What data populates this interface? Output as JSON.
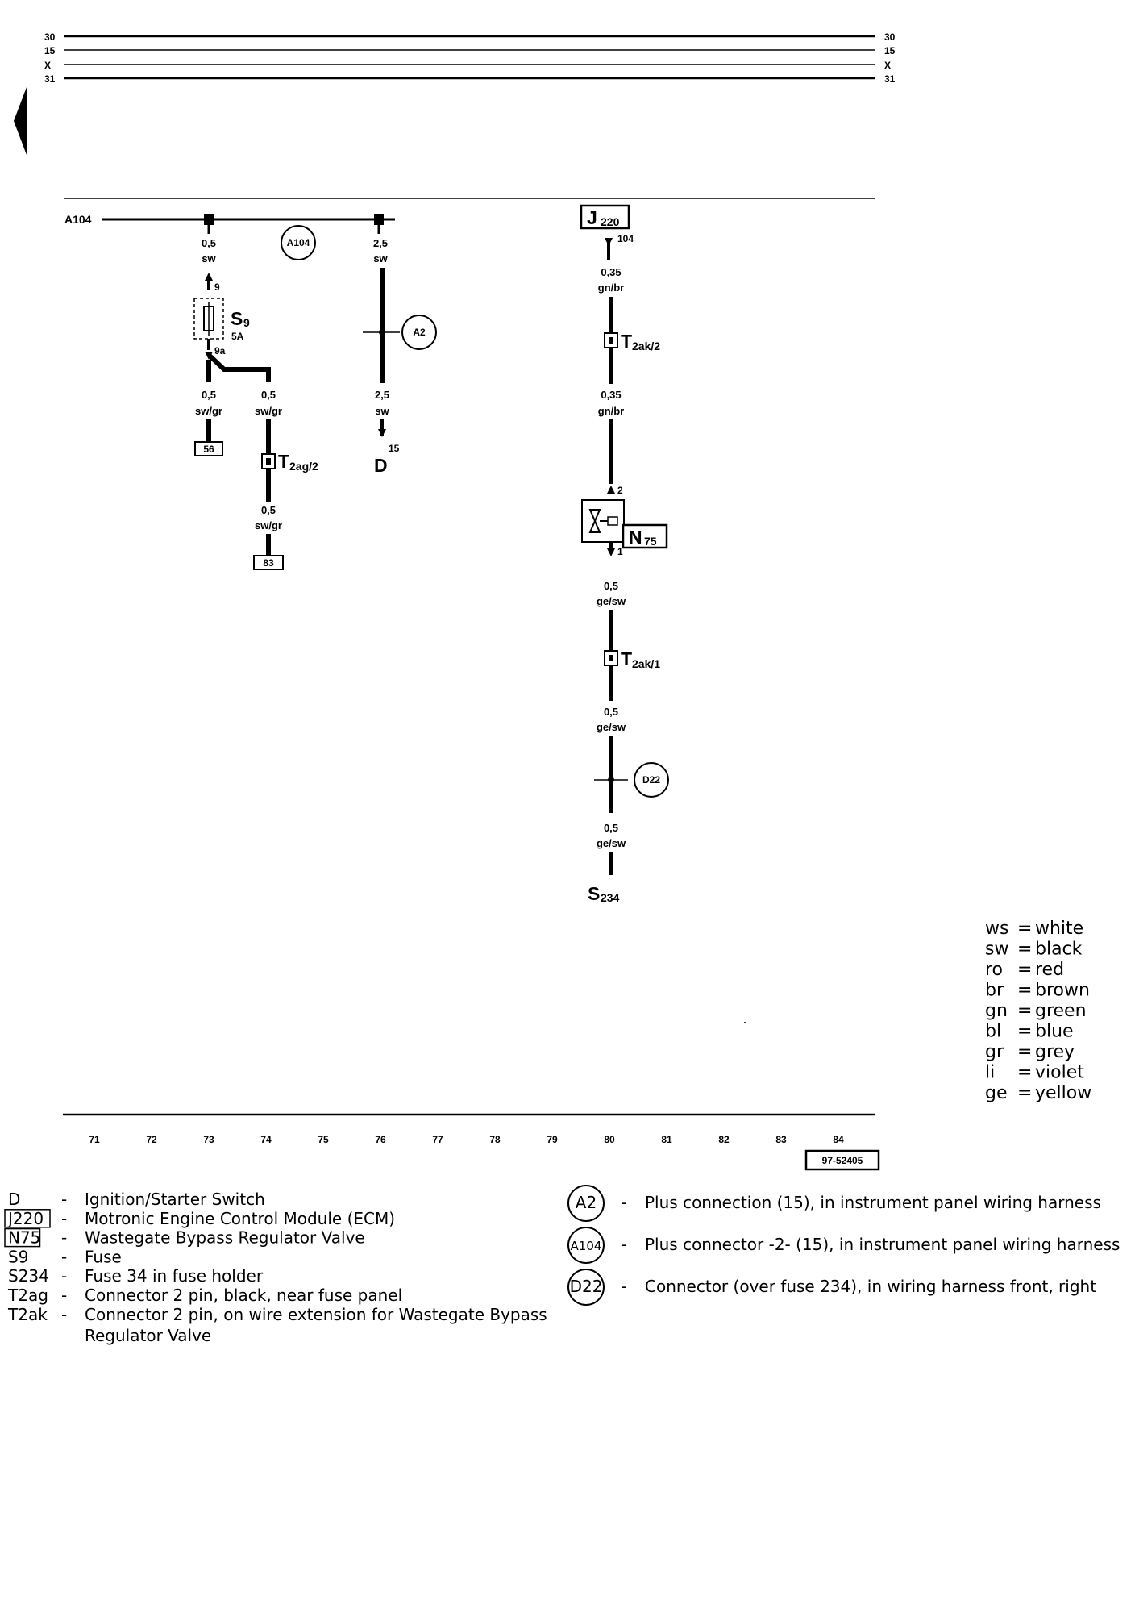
{
  "rails": [
    {
      "label": "30"
    },
    {
      "label": "15"
    },
    {
      "label": "X"
    },
    {
      "label": "31"
    }
  ],
  "top_left_label": "A104",
  "wires": [
    {
      "gauge": "0,5",
      "color": "sw"
    },
    {
      "gauge": "2,5",
      "color": "sw"
    },
    {
      "gauge": "0,5",
      "color": "sw/gr"
    },
    {
      "gauge": "0,5",
      "color": "sw/gr"
    },
    {
      "gauge": "2,5",
      "color": "sw"
    },
    {
      "gauge": "0,5",
      "color": "sw/gr"
    },
    {
      "gauge": "0,35",
      "color": "gn/br"
    },
    {
      "gauge": "0,35",
      "color": "gn/br"
    },
    {
      "gauge": "0,5",
      "color": "ge/sw"
    },
    {
      "gauge": "0,5",
      "color": "ge/sw"
    },
    {
      "gauge": "0,5",
      "color": "ge/sw"
    }
  ],
  "components": {
    "s9": {
      "letter": "S",
      "sub": "9",
      "rating": "5A",
      "pin_top": "9",
      "pin_bottom": "9a"
    },
    "d": {
      "letter": "D",
      "pin": "15"
    },
    "j220": {
      "label": "J",
      "sub": "220",
      "pin": "104"
    },
    "n75": {
      "letter": "N",
      "sub": "75",
      "pin_top": "2",
      "pin_bottom": "1"
    },
    "t2ag2": {
      "letter": "T",
      "sub": "2ag/2"
    },
    "t2ak2": {
      "letter": "T",
      "sub": "2ak/2"
    },
    "t2ak1": {
      "letter": "T",
      "sub": "2ak/1"
    },
    "s234": {
      "letter": "S",
      "sub": "234"
    },
    "ref56": "56",
    "ref83": "83"
  },
  "circles": {
    "a104": "A104",
    "a2": "A2",
    "d22": "D22"
  },
  "color_key": [
    {
      "code": "ws",
      "name": "white"
    },
    {
      "code": "sw",
      "name": "black"
    },
    {
      "code": "ro",
      "name": "red"
    },
    {
      "code": "br",
      "name": "brown"
    },
    {
      "code": "gn",
      "name": "green"
    },
    {
      "code": "bl",
      "name": "blue"
    },
    {
      "code": "gr",
      "name": "grey"
    },
    {
      "code": "li",
      "name": "violet"
    },
    {
      "code": "ge",
      "name": "yellow"
    }
  ],
  "scale_numbers": [
    "71",
    "72",
    "73",
    "74",
    "75",
    "76",
    "77",
    "78",
    "79",
    "80",
    "81",
    "82",
    "83",
    "84"
  ],
  "diagram_id": "97-52405",
  "legend_left": [
    {
      "code": "D",
      "desc": "Ignition/Starter Switch"
    },
    {
      "code": "J220",
      "desc": "Motronic Engine Control Module (ECM)"
    },
    {
      "code": "N75",
      "desc": "Wastegate Bypass Regulator Valve"
    },
    {
      "code": "S9",
      "desc": "Fuse"
    },
    {
      "code": "S234",
      "desc": "Fuse 34 in fuse holder"
    },
    {
      "code": "T2ag",
      "desc": "Connector 2 pin, black, near fuse panel"
    },
    {
      "code": "T2ak",
      "desc": "Connector 2 pin, on wire extension for Wastegate Bypass"
    }
  ],
  "legend_left_cont": "Regulator Valve",
  "legend_right": [
    {
      "code": "A2",
      "desc": "Plus connection (15), in instrument panel wiring harness"
    },
    {
      "code": "A104",
      "desc": "Plus connector -2- (15), in instrument panel wiring harness"
    },
    {
      "code": "D22",
      "desc": "Connector (over fuse 234), in wiring harness front, right"
    }
  ],
  "dash": "-"
}
